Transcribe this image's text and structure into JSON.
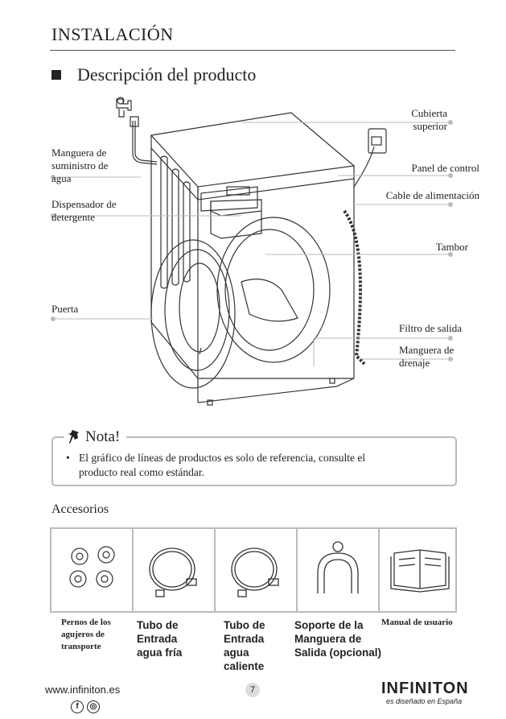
{
  "header": {
    "section_title": "INSTALACIÓN",
    "subtitle": "Descripción del producto"
  },
  "parts": {
    "top_cover": [
      "Cubierta",
      "superior"
    ],
    "water_hose": [
      "Manguera de",
      "suministro de",
      "agua"
    ],
    "detergent": [
      "Dispensador de",
      "detergente"
    ],
    "control_panel": "Panel de control",
    "power_cable": "Cable de alimentación",
    "drum": "Tambor",
    "door": "Puerta",
    "filter": "Filtro de salida",
    "drain_hose": [
      "Manguera de",
      "drenaje"
    ]
  },
  "note": {
    "title": "Nota!",
    "bullet": "•",
    "text_line1": "El gráfico de líneas de productos es solo de referencia, consulte el",
    "text_line2": "producto real como estándar."
  },
  "accessories": {
    "title": "Accesorios",
    "items": [
      {
        "label": [
          "Pernos de los",
          "agujeros de",
          "transporte"
        ]
      },
      {
        "label": [
          "Tubo de",
          "Entrada",
          "agua fría"
        ]
      },
      {
        "label": [
          "Tubo de",
          "Entrada",
          "agua",
          "caliente"
        ]
      },
      {
        "label": [
          "Soporte de la",
          "Manguera de",
          "Salida (opcional)"
        ]
      },
      {
        "label": [
          "Manual de usuario"
        ]
      }
    ]
  },
  "footer": {
    "url": "www.infiniton.es",
    "page": "7",
    "brand": "INFINITON",
    "tagline": "es diseñado en España",
    "facebook": "f",
    "instagram": "◎"
  }
}
